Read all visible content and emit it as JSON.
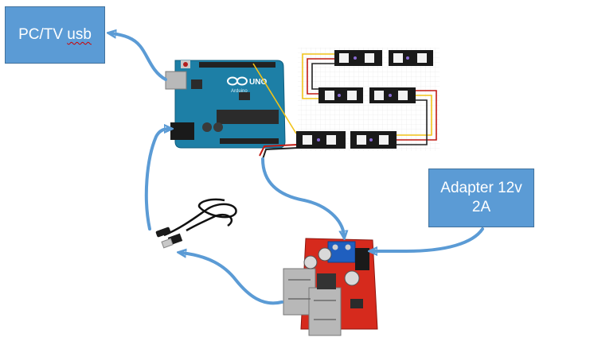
{
  "labels": {
    "pc_usb": {
      "text_plain": "PC/TV ",
      "text_underlined": "usb"
    },
    "adapter": {
      "line1": "Adapter 12v",
      "line2": "2A"
    }
  },
  "board": {
    "brand_logo": "UNO",
    "brand_sub": "Arduino"
  },
  "colors": {
    "label_fill": "#5b9bd5",
    "arrow": "#5b9bd5",
    "board": "#1d7fa6",
    "buck_pcb": "#d62a1d",
    "terminal": "#1f5fbf",
    "wire_yellow": "#f2c318",
    "wire_red": "#c11a12",
    "wire_black": "#222222"
  }
}
